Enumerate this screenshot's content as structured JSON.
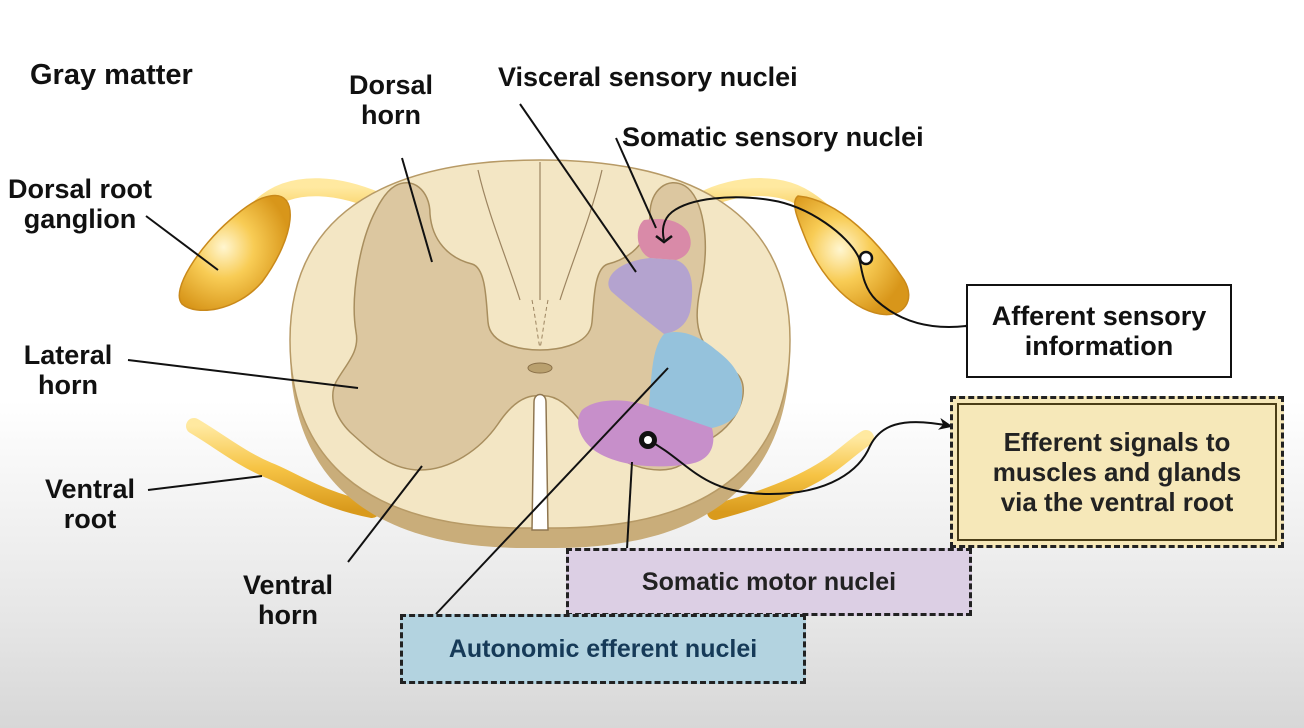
{
  "labels": {
    "gray_matter": "Gray matter",
    "dorsal_horn": "Dorsal\nhorn",
    "visceral_sensory": "Visceral sensory nuclei",
    "somatic_sensory": "Somatic sensory nuclei",
    "dorsal_root_ganglion": "Dorsal root\nganglion",
    "lateral_horn": "Lateral\nhorn",
    "ventral_root": "Ventral\nroot",
    "ventral_horn": "Ventral\nhorn",
    "afferent_info": "Afferent sensory\ninformation",
    "efferent_signals": "Efferent signals to\nmuscles and glands\nvia the ventral root",
    "somatic_motor": "Somatic motor nuclei",
    "autonomic_efferent": "Autonomic efferent nuclei"
  },
  "colors": {
    "white_matter": "#f3e6c4",
    "gray_matter": "#dcc7a0",
    "nerve_root": "#f6c445",
    "somatic_sensory": "#d98aa8",
    "visceral_sensory": "#b4a3cf",
    "autonomic_efferent": "#95c2dc",
    "somatic_motor": "#c78fca",
    "efferent_box": "#f6e8b9",
    "motor_box": "#dccfe4",
    "autonomic_box": "#b3d3e0"
  }
}
